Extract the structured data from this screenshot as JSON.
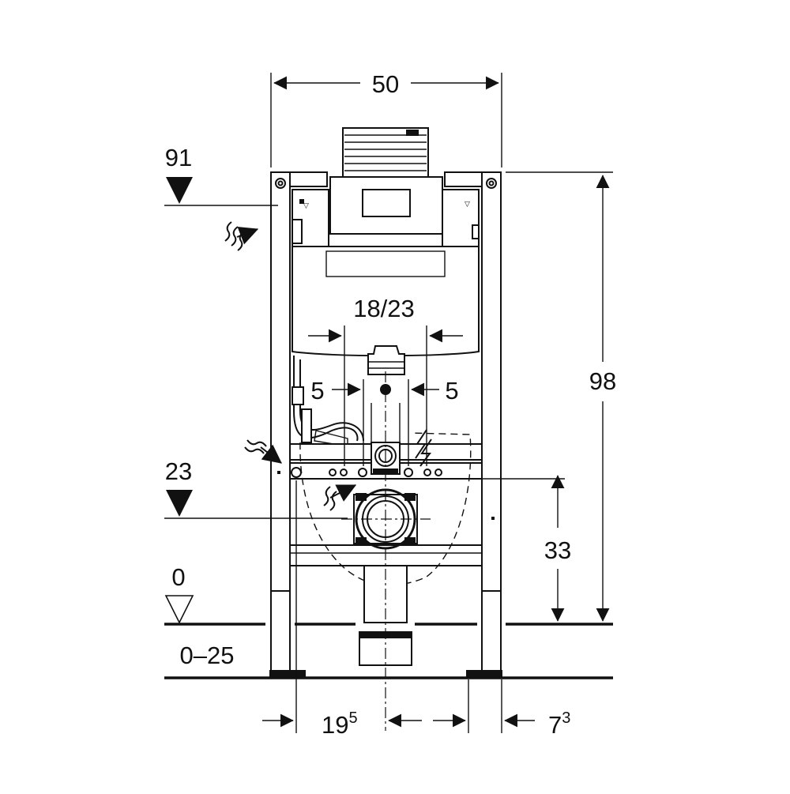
{
  "drawing": {
    "dimensions": {
      "width_total": "50",
      "height_frame": "98",
      "outlet_span": "18/23",
      "offset_left": "5",
      "offset_right": "5",
      "outlet_height": "33",
      "bottom_left_base": "19",
      "bottom_left_sup": "5",
      "bottom_right_base": "7",
      "bottom_right_sup": "3"
    },
    "levels": {
      "top": "91",
      "middle": "23",
      "zero": "0",
      "floor_range": "0–25"
    },
    "icons": {
      "water_supply_top": "water-inlet-icon",
      "water_supply_mid": "water-inlet-icon",
      "water_supply_low": "water-inlet-icon",
      "electric": "electric-connection-icon"
    }
  }
}
